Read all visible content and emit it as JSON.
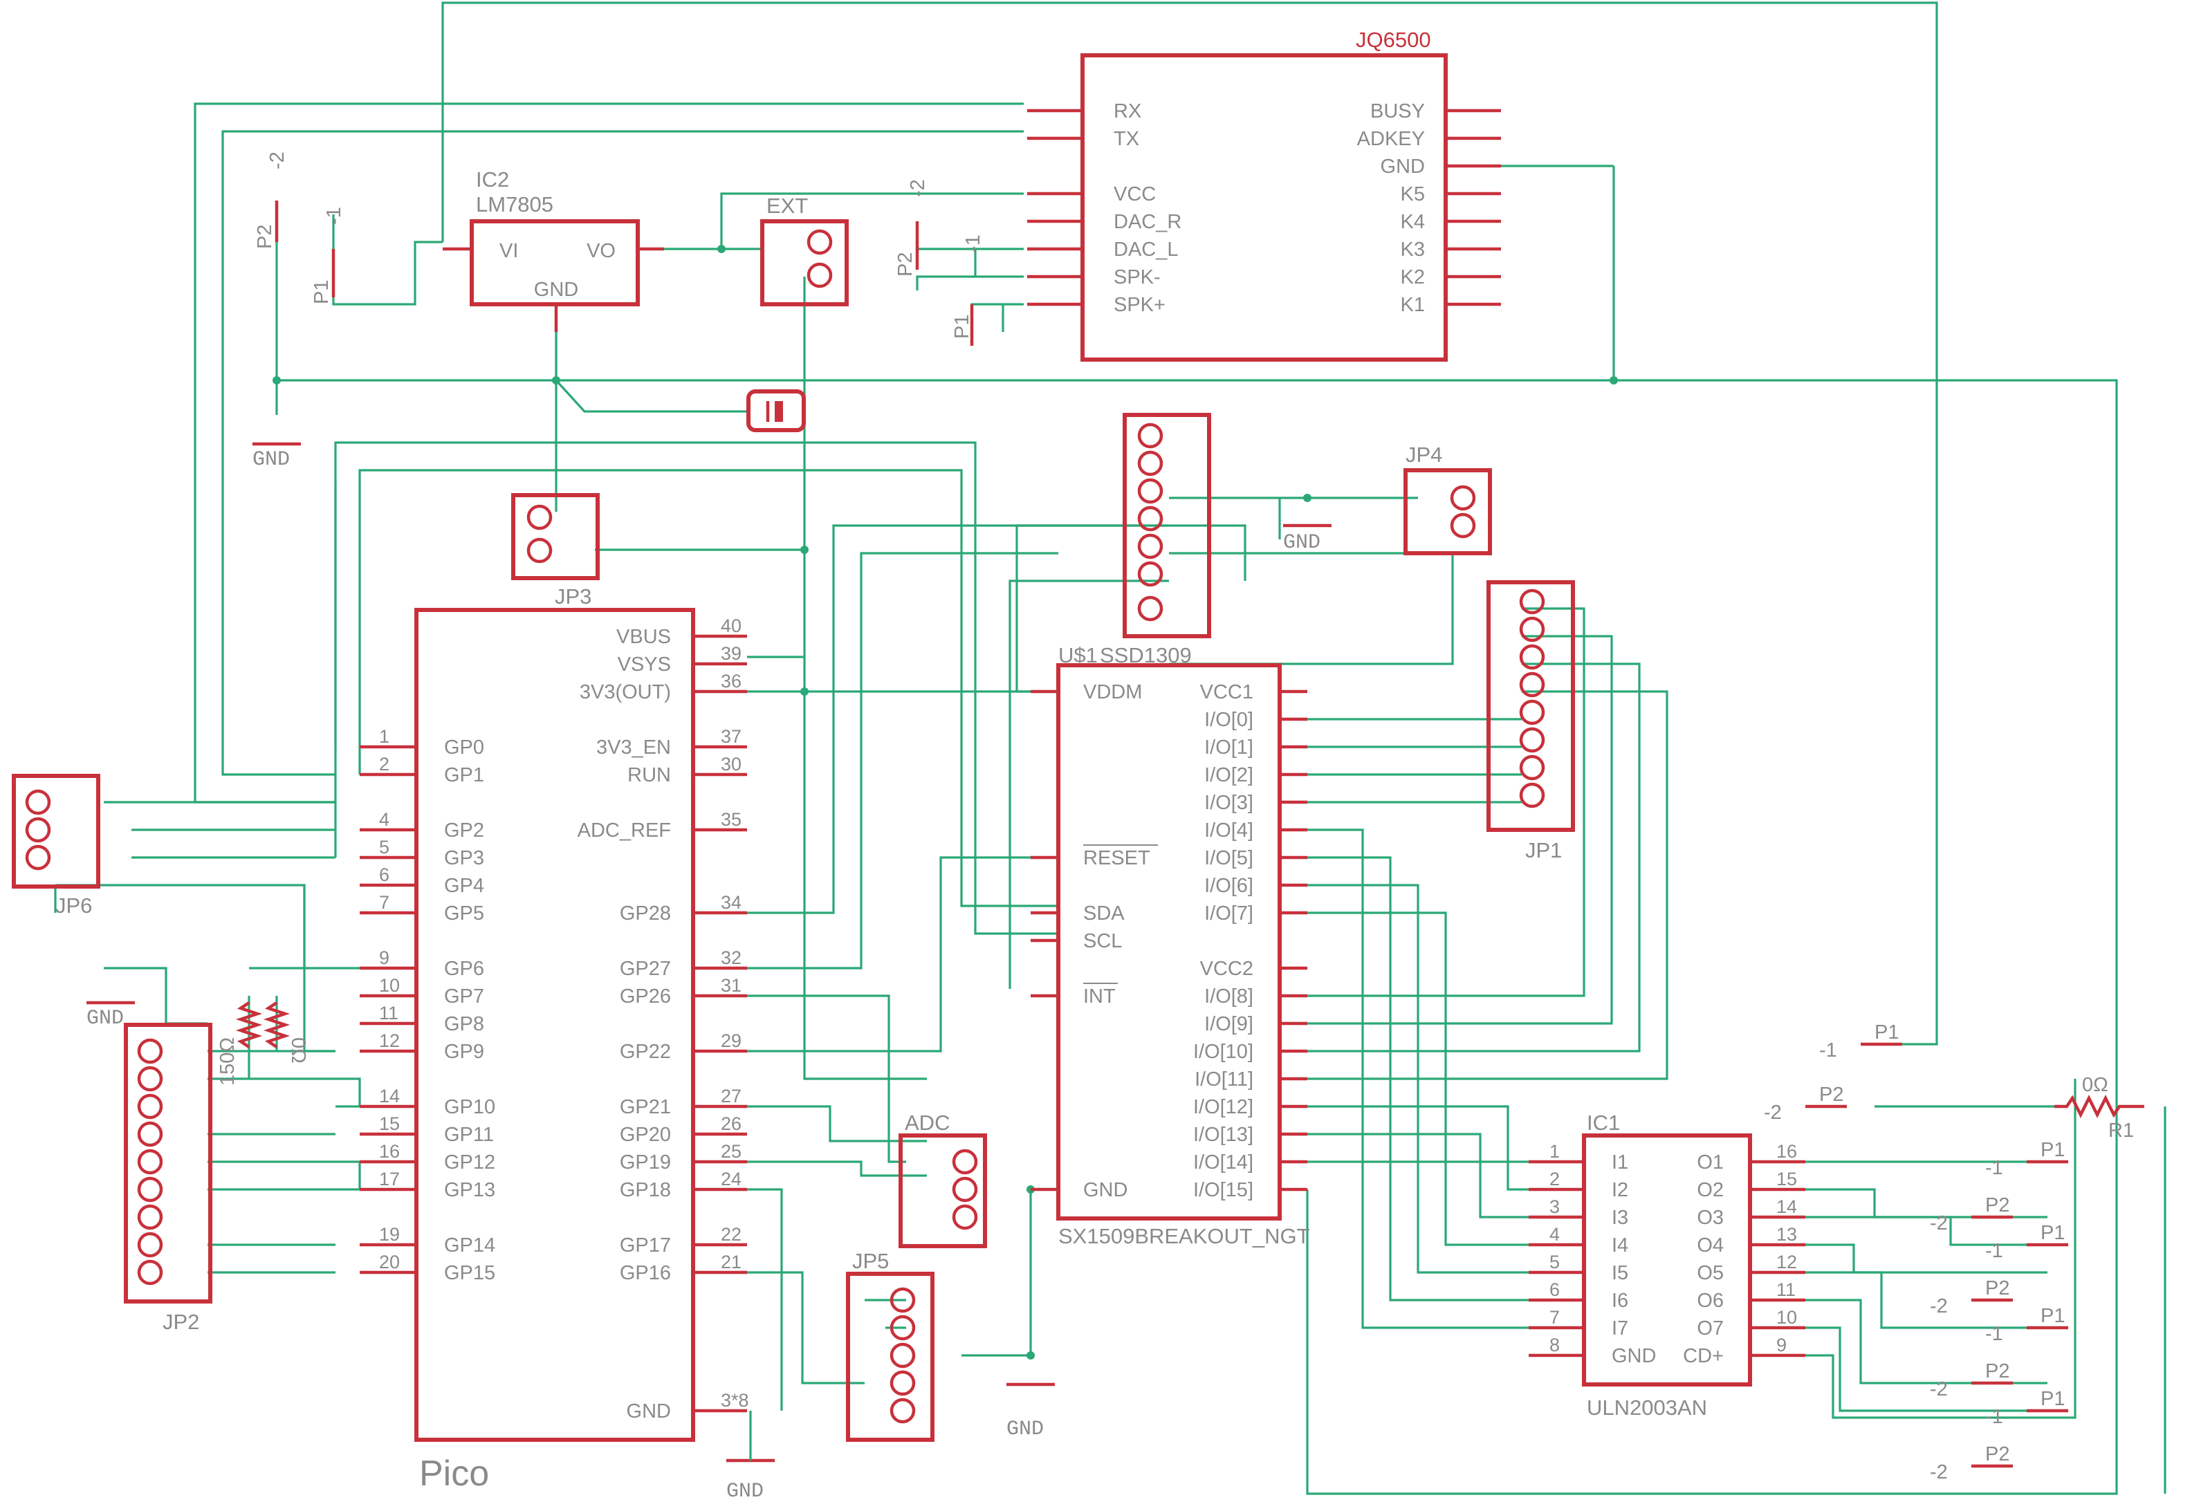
{
  "title": "JQ6500",
  "parts": {
    "jq6500": {
      "name": "JQ6500",
      "left_pins": [
        "RX",
        "TX",
        "VCC",
        "DAC_R",
        "DAC_L",
        "SPK-",
        "SPK+"
      ],
      "right_pins": [
        "BUSY",
        "ADKEY",
        "GND",
        "K5",
        "K4",
        "K3",
        "K2",
        "K1"
      ]
    },
    "ic2": {
      "name": "IC2",
      "value": "LM7805",
      "vi": "VI",
      "vo": "VO",
      "gnd": "GND"
    },
    "ext": {
      "name": "EXT"
    },
    "jp3": {
      "name": "JP3"
    },
    "jp4": {
      "name": "JP4"
    },
    "jp1": {
      "name": "JP1"
    },
    "jp2": {
      "name": "JP2"
    },
    "jp5": {
      "name": "JP5"
    },
    "jp6": {
      "name": "JP6"
    },
    "adc": {
      "name": "ADC"
    },
    "ssd": {
      "name": "SSD1309"
    },
    "pico": {
      "name": "Pico",
      "left": [
        {
          "n": "1",
          "l": "GP0"
        },
        {
          "n": "2",
          "l": "GP1"
        },
        {
          "n": "4",
          "l": "GP2"
        },
        {
          "n": "5",
          "l": "GP3"
        },
        {
          "n": "6",
          "l": "GP4"
        },
        {
          "n": "7",
          "l": "GP5"
        },
        {
          "n": "9",
          "l": "GP6"
        },
        {
          "n": "10",
          "l": "GP7"
        },
        {
          "n": "11",
          "l": "GP8"
        },
        {
          "n": "12",
          "l": "GP9"
        },
        {
          "n": "14",
          "l": "GP10"
        },
        {
          "n": "15",
          "l": "GP11"
        },
        {
          "n": "16",
          "l": "GP12"
        },
        {
          "n": "17",
          "l": "GP13"
        },
        {
          "n": "19",
          "l": "GP14"
        },
        {
          "n": "20",
          "l": "GP15"
        }
      ],
      "right": [
        {
          "n": "40",
          "l": "VBUS"
        },
        {
          "n": "39",
          "l": "VSYS"
        },
        {
          "n": "36",
          "l": "3V3(OUT)"
        },
        {
          "n": "37",
          "l": "3V3_EN"
        },
        {
          "n": "30",
          "l": "RUN"
        },
        {
          "n": "35",
          "l": "ADC_REF"
        },
        {
          "n": "34",
          "l": "GP28"
        },
        {
          "n": "32",
          "l": "GP27"
        },
        {
          "n": "31",
          "l": "GP26"
        },
        {
          "n": "29",
          "l": "GP22"
        },
        {
          "n": "27",
          "l": "GP21"
        },
        {
          "n": "26",
          "l": "GP20"
        },
        {
          "n": "25",
          "l": "GP19"
        },
        {
          "n": "24",
          "l": "GP18"
        },
        {
          "n": "22",
          "l": "GP17"
        },
        {
          "n": "21",
          "l": "GP16"
        },
        {
          "n": "3*8",
          "l": "GND"
        }
      ]
    },
    "sx1509": {
      "name": "U$1",
      "value": "SX1509BREAKOUT_NGT",
      "left": [
        "VDDM",
        "RESET",
        "SDA",
        "SCL",
        "INT",
        "GND"
      ],
      "right": [
        "VCC1",
        "I/O[0]",
        "I/O[1]",
        "I/O[2]",
        "I/O[3]",
        "I/O[4]",
        "I/O[5]",
        "I/O[6]",
        "I/O[7]",
        "VCC2",
        "I/O[8]",
        "I/O[9]",
        "I/O[10]",
        "I/O[11]",
        "I/O[12]",
        "I/O[13]",
        "I/O[14]",
        "I/O[15]"
      ]
    },
    "uln": {
      "name": "IC1",
      "value": "ULN2003AN",
      "left": [
        {
          "n": "1",
          "l": "I1"
        },
        {
          "n": "2",
          "l": "I2"
        },
        {
          "n": "3",
          "l": "I3"
        },
        {
          "n": "4",
          "l": "I4"
        },
        {
          "n": "5",
          "l": "I5"
        },
        {
          "n": "6",
          "l": "I6"
        },
        {
          "n": "7",
          "l": "I7"
        },
        {
          "n": "8",
          "l": "GND"
        }
      ],
      "right": [
        {
          "n": "16",
          "l": "O1"
        },
        {
          "n": "15",
          "l": "O2"
        },
        {
          "n": "14",
          "l": "O3"
        },
        {
          "n": "13",
          "l": "O4"
        },
        {
          "n": "12",
          "l": "O5"
        },
        {
          "n": "11",
          "l": "O6"
        },
        {
          "n": "10",
          "l": "O7"
        },
        {
          "n": "9",
          "l": "CD+"
        }
      ]
    },
    "r1": {
      "name": "R1",
      "value": "0Ω"
    },
    "r150": {
      "value": "150Ω"
    },
    "r0": {
      "value": "0Ω"
    }
  },
  "gnd_label": "GND",
  "supply": {
    "p1": "P1",
    "p2": "P2",
    "m1": "-1",
    "m2": "-2"
  }
}
